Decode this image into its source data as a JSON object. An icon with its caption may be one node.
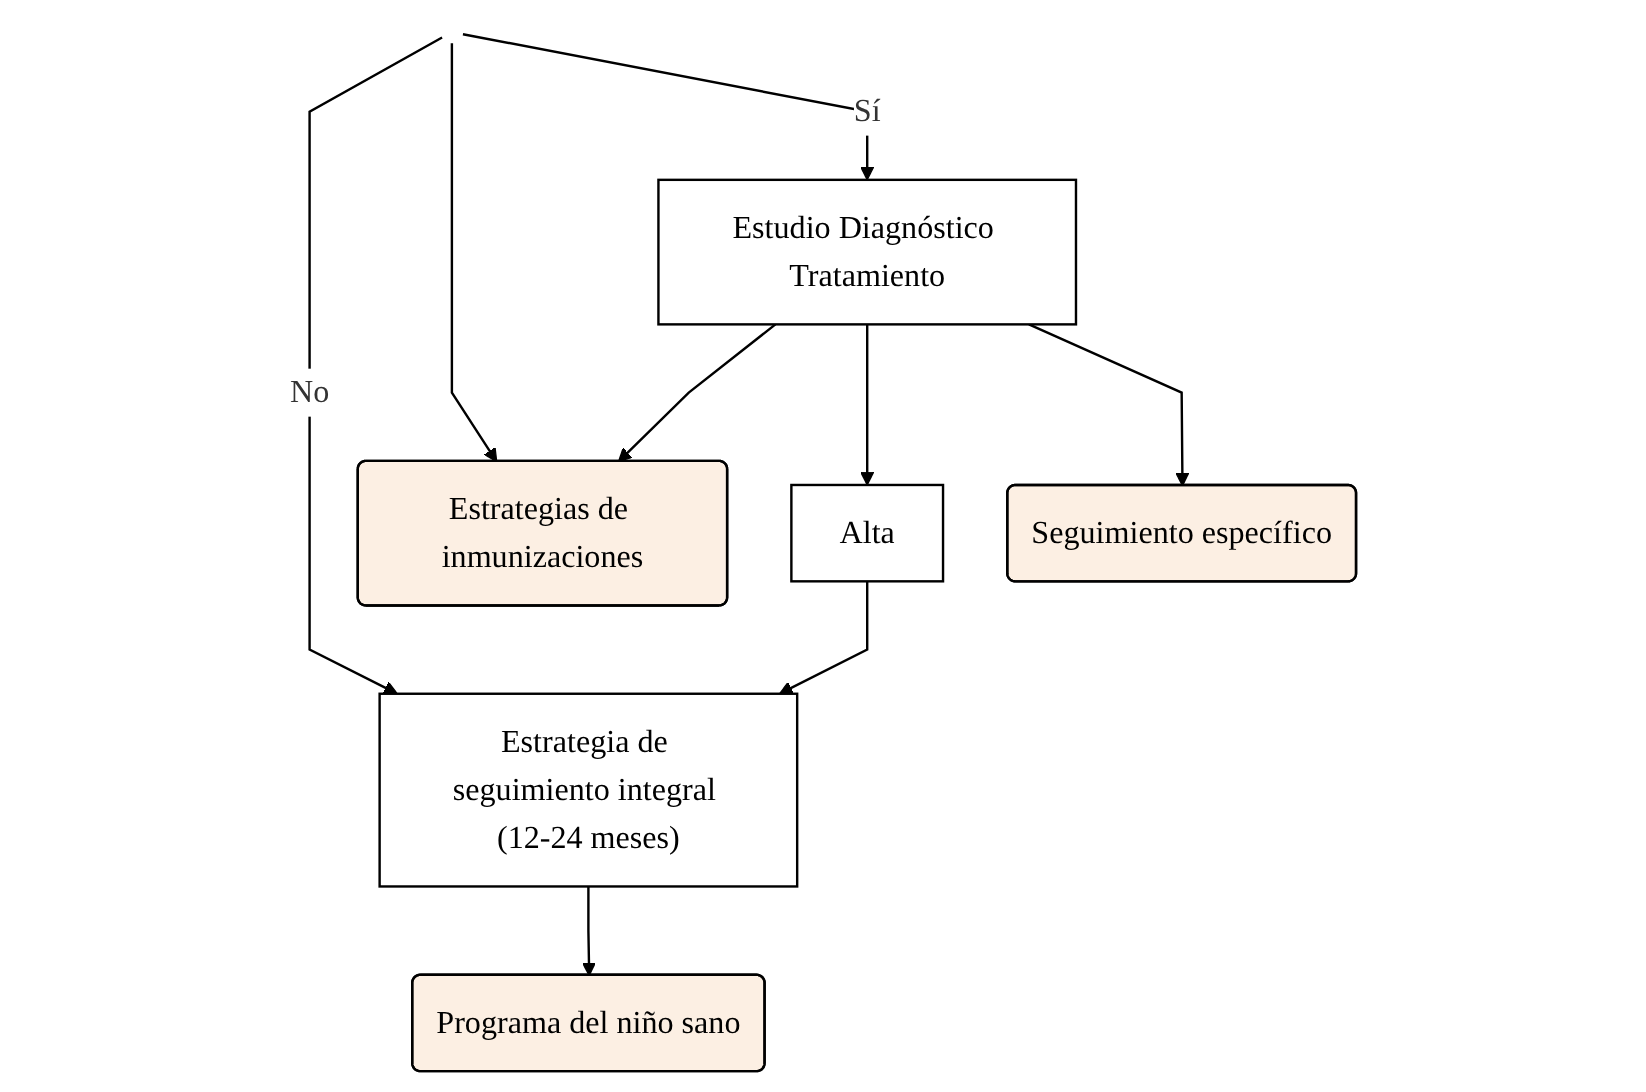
{
  "diagram": {
    "nodes": [
      {
        "text": [
          "Estrategia de seguimiento integral (12-24 meses)"
        ]
      },
      {
        "text": [
          "Estrategias de inmunizaciones"
        ]
      },
      {
        "text": [
          "Estudio Diagnóstico Tratamiento"
        ]
      },
      {
        "text": [
          "Alta"
        ]
      },
      {
        "text": [
          "Seguimiento específico"
        ]
      },
      {
        "text": [
          "Programa del niño sano"
        ]
      }
    ],
    "edges": [
      {
        "from": null,
        "to": 0,
        "arrow": "to",
        "label": "No"
      },
      {
        "from": null,
        "to": 1,
        "arrow": "to"
      },
      {
        "from": null,
        "to": 2,
        "arrow": "to",
        "label": "Sí"
      },
      {
        "from": 2,
        "to": 1,
        "arrow": "to"
      },
      {
        "from": 2,
        "to": 3,
        "arrow": "to"
      },
      {
        "from": 2,
        "to": 4,
        "arrow": "to"
      },
      {
        "from": 3,
        "to": 0,
        "arrow": "to"
      },
      {
        "from": 0,
        "to": 5,
        "arrow": "to"
      }
    ]
  }
}
